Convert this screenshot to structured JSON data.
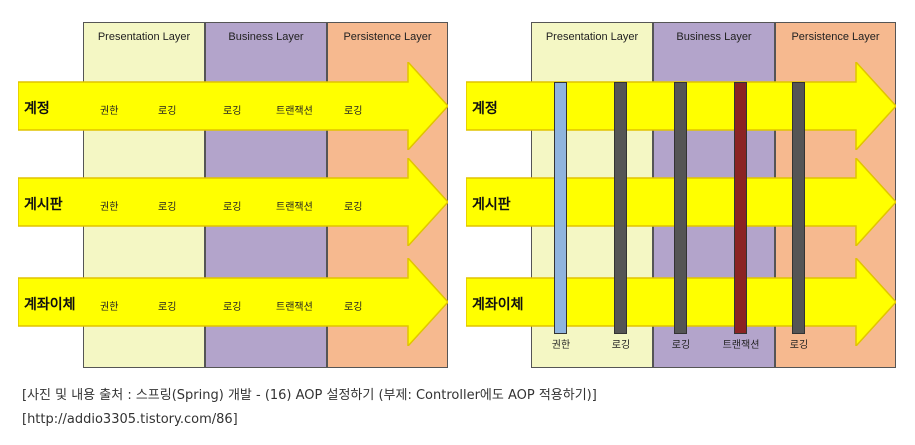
{
  "layers": [
    "Presentation Layer",
    "Business Layer",
    "Persistence Layer"
  ],
  "colors": {
    "presentation": "#F4F7C4",
    "business": "#B3A4CB",
    "persistence": "#F6B98F",
    "arrow": "#FFFF00",
    "arrow_border": "#E1C400",
    "aspect_blue": "#8FB4DE",
    "aspect_gray": "#555555",
    "aspect_red": "#8B2323"
  },
  "rows": [
    "계정",
    "게시판",
    "계좌이체"
  ],
  "cells": [
    "권한",
    "로깅",
    "로깅",
    "트랜잭션",
    "로깅"
  ],
  "caption": {
    "line1": "[사진 및 내용 출처 : 스프링(Spring) 개발 - (16) AOP 설정하기 (부제: Controller에도 AOP 적용하기)]",
    "line2": "[http://addio3305.tistory.com/86]"
  }
}
